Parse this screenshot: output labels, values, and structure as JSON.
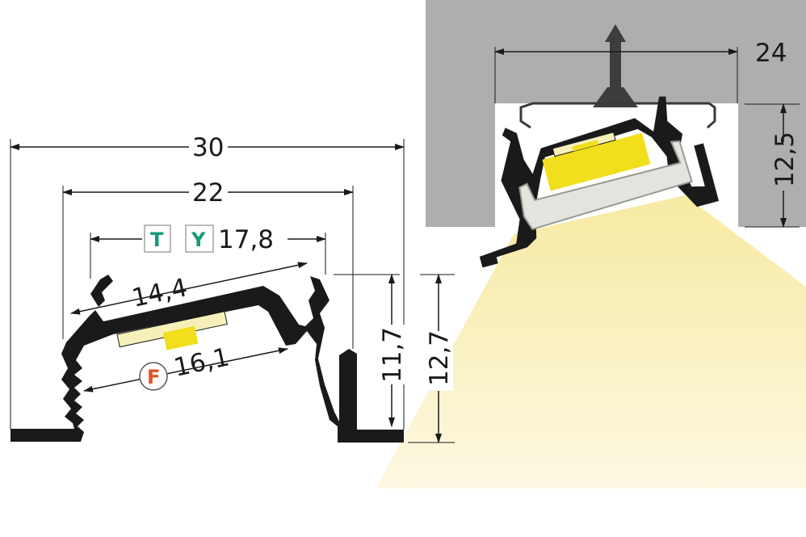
{
  "left_profile": {
    "dimensions": {
      "overall_width": "30",
      "inner_width": "22",
      "diffuser_width": "17,8",
      "led_strip_width": "14,4",
      "flat_strip_width": "16,1",
      "height_inner": "11,7",
      "height_overall": "12,7"
    },
    "diffuser_badges": [
      "T",
      "Y"
    ],
    "led_badge": "F"
  },
  "right_profile": {
    "dimensions": {
      "recess_width": "24",
      "recess_depth": "12,5"
    }
  },
  "colors": {
    "profile": "#1a1a1a",
    "led": "#f1de1c",
    "light_beam": "#fbf3c4",
    "ceiling": "#aeaeae",
    "diffuser": "#e4e4df",
    "badge_green": "#159a7a",
    "badge_orange": "#e4521c"
  }
}
